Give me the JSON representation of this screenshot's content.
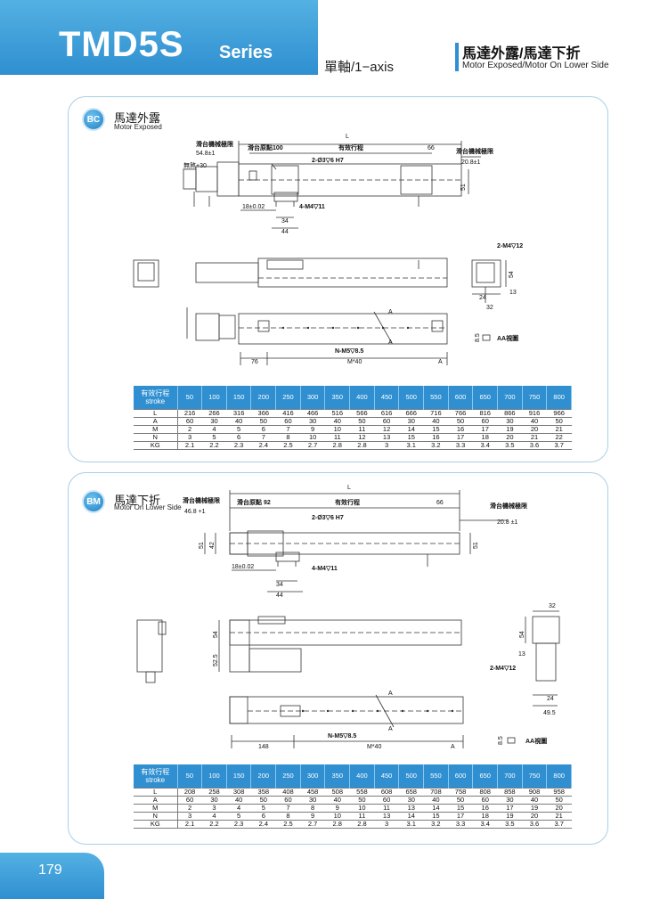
{
  "header": {
    "title": "TMD5S",
    "series": "Series",
    "axis": "單軸/1−axis",
    "right_zh": "馬達外露/馬達下折",
    "right_en": "Motor Exposed/Motor On Lower Side",
    "band_color": "#2f8fd0"
  },
  "sections": [
    {
      "badge": "BC",
      "title_zh": "馬達外露",
      "title_en": "Motor Exposed",
      "dims": {
        "L": "L",
        "slider_limit_l": "滑台機械極限",
        "val_548": "54.8±1",
        "origin": "滑台原點100",
        "stroke": "有效行程",
        "v66": "66",
        "slider_limit_r": "滑台機械極限",
        "val_208": "20.8±1",
        "brake": "無煞+30",
        "hole": "2-Ø3▽6 H7",
        "v51": "51",
        "v18": "18±0.02",
        "m4": "4-M4▽11",
        "v34": "34",
        "v44": "44",
        "m4b": "2-M4▽12",
        "v54": "54",
        "v13": "13",
        "v24": "24",
        "v32": "32",
        "a1": "A",
        "a2": "A",
        "nm5": "N-M5▽8.5",
        "v85": "8.5",
        "aa": "AA視圖",
        "v76": "76",
        "m40": "M*40",
        "a3": "A"
      },
      "table": {
        "header_zh": "有效行程",
        "header_en": "stroke",
        "strokes": [
          "50",
          "100",
          "150",
          "200",
          "250",
          "300",
          "350",
          "400",
          "450",
          "500",
          "550",
          "600",
          "650",
          "700",
          "750",
          "800"
        ],
        "rows": [
          {
            "label": "L",
            "values": [
              "216",
              "266",
              "316",
              "366",
              "416",
              "466",
              "516",
              "566",
              "616",
              "666",
              "716",
              "766",
              "816",
              "866",
              "916",
              "966"
            ]
          },
          {
            "label": "A",
            "values": [
              "60",
              "30",
              "40",
              "50",
              "60",
              "30",
              "40",
              "50",
              "60",
              "30",
              "40",
              "50",
              "60",
              "30",
              "40",
              "50"
            ]
          },
          {
            "label": "M",
            "values": [
              "2",
              "4",
              "5",
              "6",
              "7",
              "9",
              "10",
              "11",
              "12",
              "14",
              "15",
              "16",
              "17",
              "19",
              "20",
              "21"
            ]
          },
          {
            "label": "N",
            "values": [
              "3",
              "5",
              "6",
              "7",
              "8",
              "10",
              "11",
              "12",
              "13",
              "15",
              "16",
              "17",
              "18",
              "20",
              "21",
              "22"
            ]
          },
          {
            "label": "KG",
            "values": [
              "2.1",
              "2.2",
              "2.3",
              "2.4",
              "2.5",
              "2.7",
              "2.8",
              "2.8",
              "3",
              "3.1",
              "3.2",
              "3.3",
              "3.4",
              "3.5",
              "3.6",
              "3.7"
            ]
          }
        ]
      }
    },
    {
      "badge": "BM",
      "title_zh": "馬達下折",
      "title_en": "Motor On Lower Side",
      "dims": {
        "L": "L",
        "slider_limit_l": "滑台機械極限",
        "val_468": "46.8 +1",
        "origin": "滑台原點 92",
        "stroke": "有效行程",
        "v66": "66",
        "slider_limit_r": "滑台機械極限",
        "val_208": "20.8 ±1",
        "hole": "2-Ø3▽6 H7",
        "v51": "51",
        "v42": "42",
        "v51r": "51",
        "v18": "18±0.02",
        "m4": "4-M4▽11",
        "v34": "34",
        "v44": "44",
        "v54": "54",
        "v525": "52.5",
        "v32": "32",
        "v54r": "54",
        "v13": "13",
        "m4b": "2-M4▽12",
        "v24": "24",
        "v495": "49.5",
        "a1": "A",
        "a2": "A",
        "nm5": "N-M5▽8.5",
        "v85": "8.5",
        "aa": "AA視圖",
        "v148": "148",
        "m40": "M*40",
        "a3": "A"
      },
      "table": {
        "header_zh": "有效行程",
        "header_en": "stroke",
        "strokes": [
          "50",
          "100",
          "150",
          "200",
          "250",
          "300",
          "350",
          "400",
          "450",
          "500",
          "550",
          "600",
          "650",
          "700",
          "750",
          "800"
        ],
        "rows": [
          {
            "label": "L",
            "values": [
              "208",
              "258",
              "308",
              "358",
              "408",
              "458",
              "508",
              "558",
              "608",
              "658",
              "708",
              "758",
              "808",
              "858",
              "908",
              "958"
            ]
          },
          {
            "label": "A",
            "values": [
              "60",
              "30",
              "40",
              "50",
              "60",
              "30",
              "40",
              "50",
              "60",
              "30",
              "40",
              "50",
              "60",
              "30",
              "40",
              "50"
            ]
          },
          {
            "label": "M",
            "values": [
              "2",
              "3",
              "4",
              "5",
              "7",
              "8",
              "9",
              "10",
              "11",
              "13",
              "14",
              "15",
              "16",
              "17",
              "19",
              "20"
            ]
          },
          {
            "label": "N",
            "values": [
              "3",
              "4",
              "5",
              "6",
              "8",
              "9",
              "10",
              "11",
              "13",
              "14",
              "15",
              "17",
              "18",
              "19",
              "20",
              "21"
            ]
          },
          {
            "label": "KG",
            "values": [
              "2.1",
              "2.2",
              "2.3",
              "2.4",
              "2.5",
              "2.7",
              "2.8",
              "2.8",
              "3",
              "3.1",
              "3.2",
              "3.3",
              "3.4",
              "3.5",
              "3.6",
              "3.7"
            ]
          }
        ]
      }
    }
  ],
  "footer": {
    "page": "179"
  }
}
